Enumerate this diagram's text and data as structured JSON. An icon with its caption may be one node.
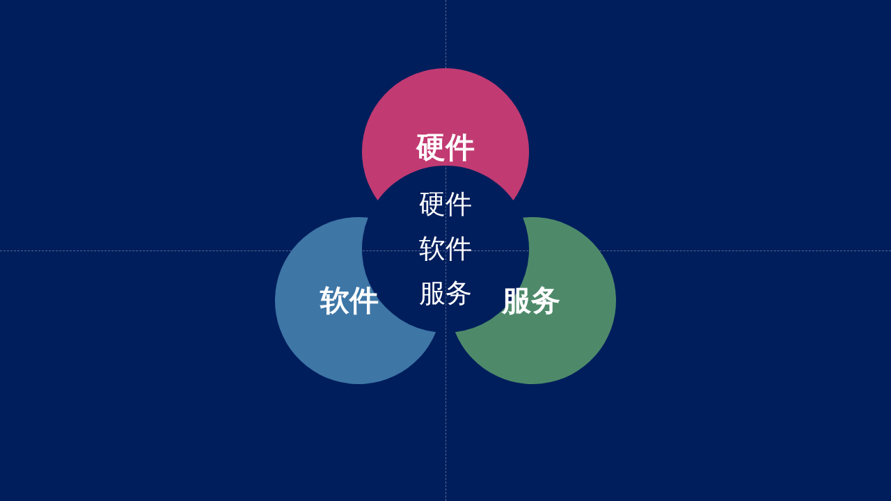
{
  "diagram": {
    "nodes": [
      {
        "text": [
          "硬件"
        ]
      },
      {
        "text": [
          "硬件",
          "软件",
          "服务"
        ]
      },
      {
        "text": [
          "软件"
        ]
      },
      {
        "text": [
          "服务"
        ]
      }
    ]
  }
}
